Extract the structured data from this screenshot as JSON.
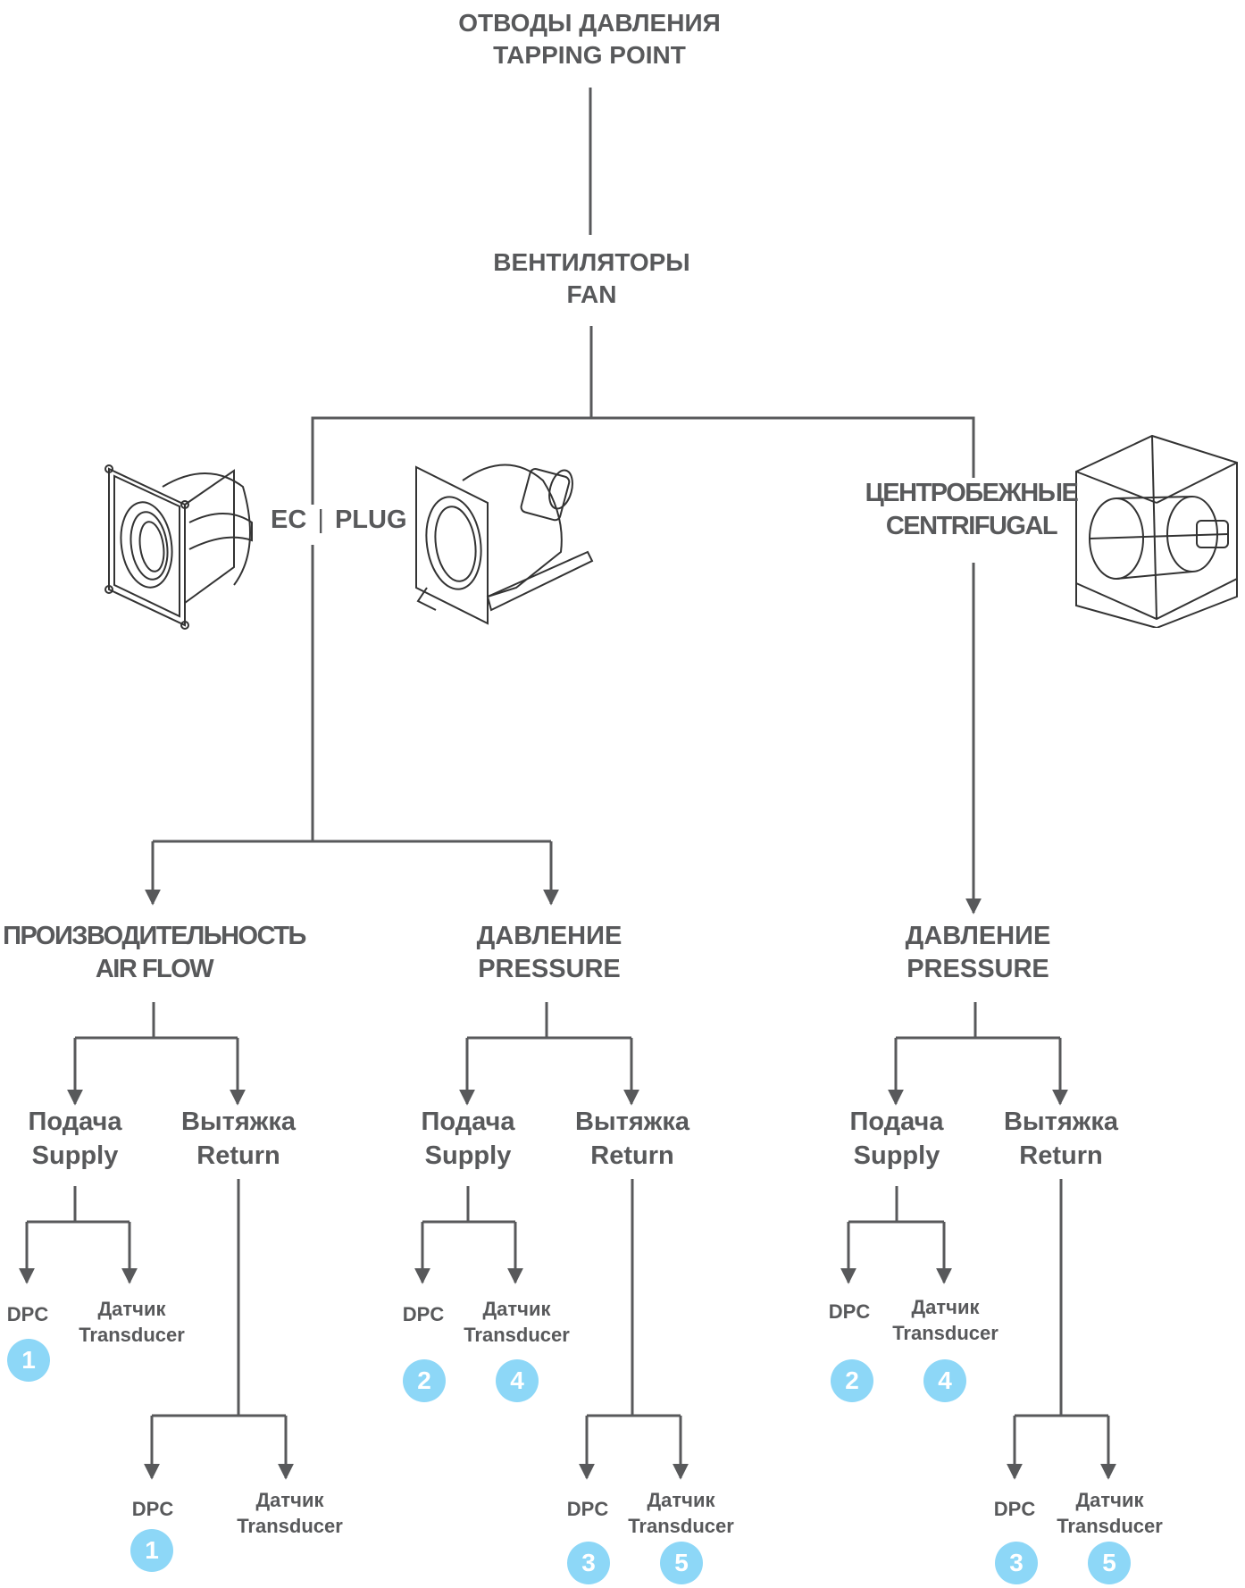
{
  "root": {
    "line1": "ОТВОДЫ ДАВЛЕНИЯ",
    "line2": "TAPPING POINT"
  },
  "fan": {
    "line1": "ВЕНТИЛЯТОРЫ",
    "line2": "FAN"
  },
  "ecplug": {
    "left": "EC",
    "sep": "|",
    "right": "PLUG"
  },
  "centrifugal": {
    "line1": "ЦЕНТРОБЕЖНЫЕ",
    "line2": "CENTRIFUGAL"
  },
  "airflow": {
    "line1": "ПРОИЗВОДИТЕЛЬНОСТЬ",
    "line2": "AIR FLOW"
  },
  "pressure_ec": {
    "line1": "ДАВЛЕНИЕ",
    "line2": "PRESSURE"
  },
  "pressure_cf": {
    "line1": "ДАВЛЕНИЕ",
    "line2": "PRESSURE"
  },
  "supply": {
    "line1": "Подача",
    "line2": "Supply"
  },
  "return": {
    "line1": "Вытяжка",
    "line2": "Return"
  },
  "dpc": "DPC",
  "transducer": {
    "line1": "Датчик",
    "line2": "Transducer"
  },
  "badges": {
    "af_supply_dpc": "1",
    "af_return_dpc": "1",
    "pe_supply_dpc": "2",
    "pe_supply_tr": "4",
    "pe_return_dpc": "3",
    "pe_return_tr": "5",
    "pc_supply_dpc": "2",
    "pc_supply_tr": "4",
    "pc_return_dpc": "3",
    "pc_return_tr": "5"
  },
  "colors": {
    "text": "#58595b",
    "lines": "#58595b",
    "badge": "#8dd7f7"
  },
  "icons": [
    "ec-plug-fan-front-icon",
    "ec-plug-fan-side-icon",
    "centrifugal-fan-icon"
  ]
}
